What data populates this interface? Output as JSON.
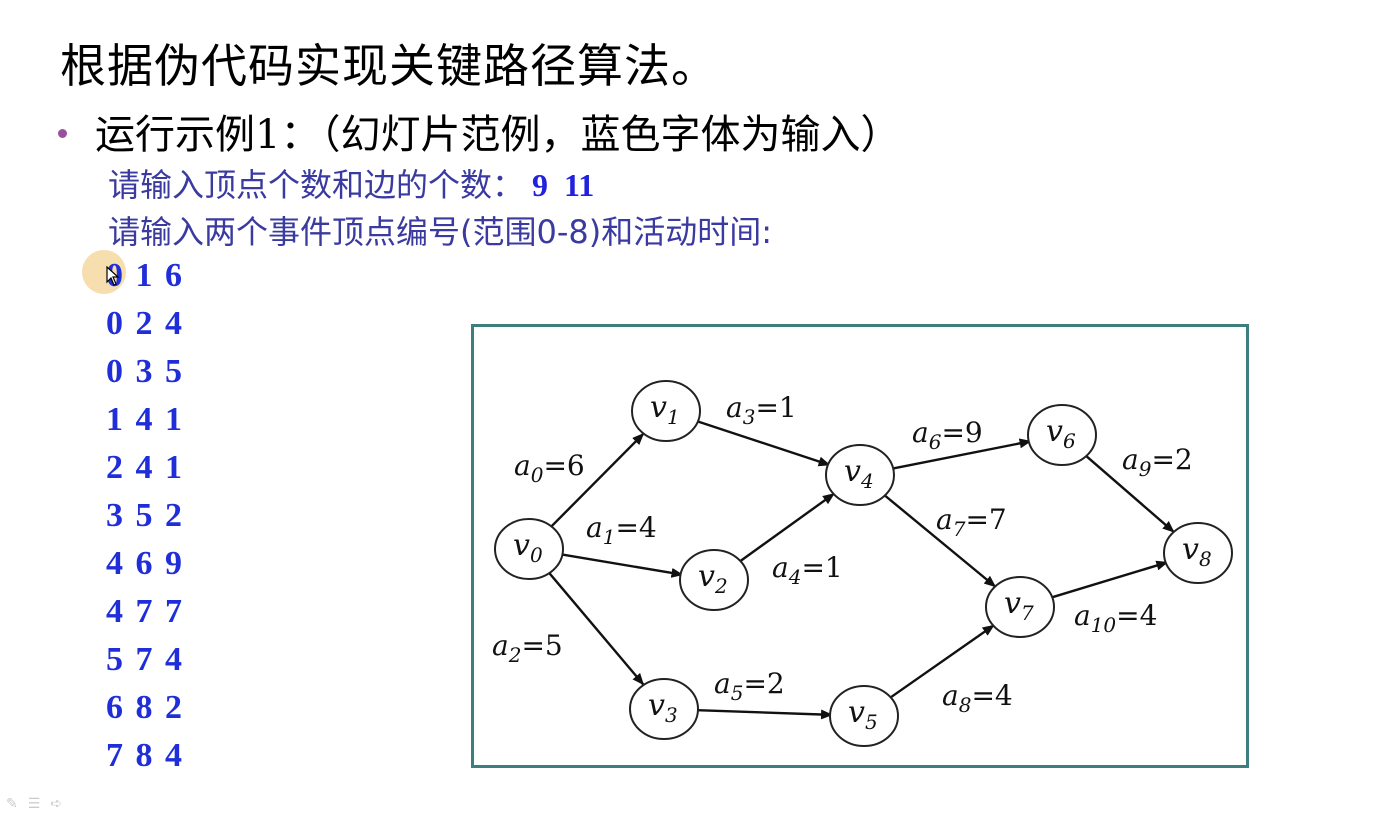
{
  "slide": {
    "title": "根据伪代码实现关键路径算法。",
    "bullet": "运行示例1：（幻灯片范例，蓝色字体为输入）",
    "prompt1_label": "请输入顶点个数和边的个数：",
    "prompt1_value": "9  11",
    "prompt2_label": "请输入两个事件顶点编号(范围0-8)和活动时间:"
  },
  "edges_input": [
    "0 1 6",
    "0 2 4",
    "0 3 5",
    "1 4 1",
    "2 4 1",
    "3 5 2",
    "4 6 9",
    "4 7 7",
    "5 7 4",
    "6 8 2",
    "7 8 4"
  ],
  "graph": {
    "nodes": [
      {
        "id": "v0",
        "base": "v",
        "sub": "0"
      },
      {
        "id": "v1",
        "base": "v",
        "sub": "1"
      },
      {
        "id": "v2",
        "base": "v",
        "sub": "2"
      },
      {
        "id": "v3",
        "base": "v",
        "sub": "3"
      },
      {
        "id": "v4",
        "base": "v",
        "sub": "4"
      },
      {
        "id": "v5",
        "base": "v",
        "sub": "5"
      },
      {
        "id": "v6",
        "base": "v",
        "sub": "6"
      },
      {
        "id": "v7",
        "base": "v",
        "sub": "7"
      },
      {
        "id": "v8",
        "base": "v",
        "sub": "8"
      }
    ],
    "edges": [
      {
        "from": "v0",
        "to": "v1",
        "base": "a",
        "sub": "0",
        "val": "=6"
      },
      {
        "from": "v0",
        "to": "v2",
        "base": "a",
        "sub": "1",
        "val": "=4"
      },
      {
        "from": "v0",
        "to": "v3",
        "base": "a",
        "sub": "2",
        "val": "=5"
      },
      {
        "from": "v1",
        "to": "v4",
        "base": "a",
        "sub": "3",
        "val": "=1"
      },
      {
        "from": "v2",
        "to": "v4",
        "base": "a",
        "sub": "4",
        "val": "=1"
      },
      {
        "from": "v3",
        "to": "v5",
        "base": "a",
        "sub": "5",
        "val": "=2"
      },
      {
        "from": "v4",
        "to": "v6",
        "base": "a",
        "sub": "6",
        "val": "=9"
      },
      {
        "from": "v4",
        "to": "v7",
        "base": "a",
        "sub": "7",
        "val": "=7"
      },
      {
        "from": "v5",
        "to": "v7",
        "base": "a",
        "sub": "8",
        "val": "=4"
      },
      {
        "from": "v6",
        "to": "v8",
        "base": "a",
        "sub": "9",
        "val": "=2"
      },
      {
        "from": "v7",
        "to": "v8",
        "base": "a",
        "sub": "10",
        "val": "=4"
      }
    ]
  },
  "colors": {
    "input_blue": "#1f2ed8",
    "prompt_blue": "#3a3aa0",
    "frame_teal": "#3d7f7f",
    "bullet_purple": "#9b4f9b"
  },
  "icons": [
    "pen-icon",
    "menu-icon",
    "next-icon"
  ]
}
